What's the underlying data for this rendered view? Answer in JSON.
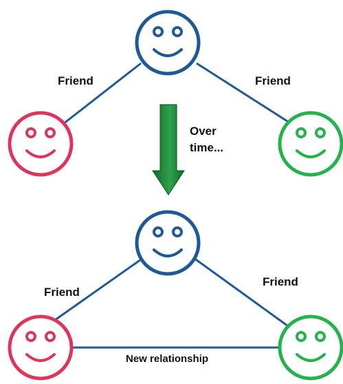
{
  "colors": {
    "blue": "#1d5a96",
    "red": "#e0355a",
    "green": "#24b24a",
    "arrow_dark": "#0f6b26",
    "arrow_light": "#2ea34a",
    "line": "#1d5a96"
  },
  "top_network": {
    "left_edge_label": "Friend",
    "right_edge_label": "Friend"
  },
  "transition": {
    "line1": "Over",
    "line2": "time..."
  },
  "bottom_network": {
    "left_edge_label": "Friend",
    "right_edge_label": "Friend",
    "new_edge_label": "New relationship"
  }
}
